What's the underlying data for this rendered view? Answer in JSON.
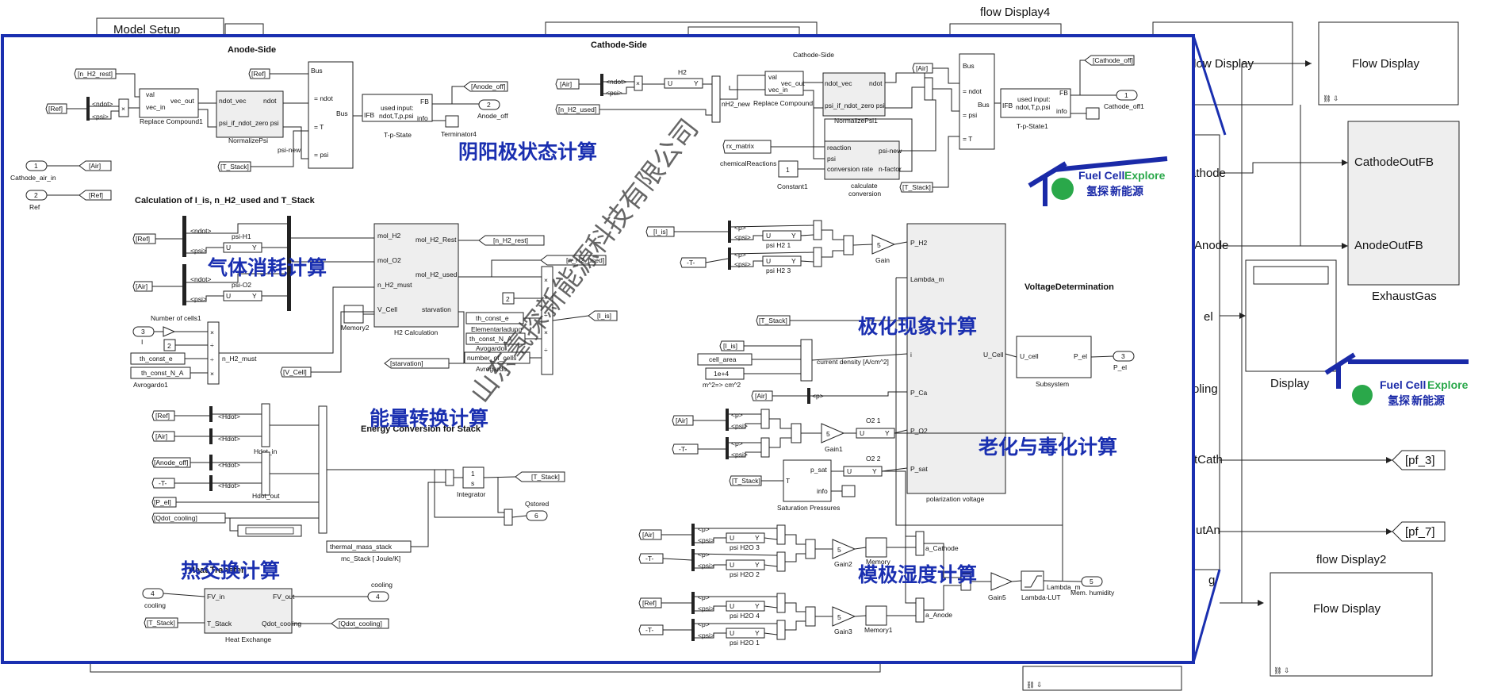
{
  "background": {
    "model_setup": "Model Setup",
    "flow_display4": "flow Display4",
    "flow_display_a": "Flow Display",
    "flow_display_b": "Flow Display",
    "flow_display2_title": "flow Display2",
    "flow_display2": "Flow Display",
    "cathode_out_fb": "CathodeOutFB",
    "anode_out_fb": "AnodeOutFB",
    "exhaust_gas": "ExhaustGas",
    "display": "Display",
    "pf3": "[pf_3]",
    "pf7": "[pf_7]",
    "port_cathode": "athode",
    "port_anode": "Anode",
    "port_el": "el",
    "port_cooling": "oling",
    "port_cath": "tCath",
    "port_outan": "utAn",
    "port_g": "g"
  },
  "logo": {
    "brand_en1": "Fuel Cell",
    "brand_en2": "Explore",
    "brand_cn1": "氢探",
    "brand_cn2": "新能源"
  },
  "watermark": "山东氢探新能源科技有限公司",
  "sections": {
    "anode_side": "Anode-Side",
    "cathode_side": "Cathode-Side",
    "cathode_side_small": "Cathode-Side",
    "calc_title": "Calculation of I_is, n_H2_used and T_Stack",
    "energy_title": "Energy Conversion for Stack",
    "voltage_title": "VoltageDetermination",
    "heat_transfer": "Heat Transfer"
  },
  "annotations": {
    "yinyang": "阴阳极状态计算",
    "gas": "气体消耗计算",
    "energy": "能量转换计算",
    "polar": "极化现象计算",
    "aging": "老化与毒化计算",
    "heat": "热交换计算",
    "membrane": "模极湿度计算"
  },
  "anode": {
    "n_h2_rest": "[n_H2_rest]",
    "ref": "[Ref]",
    "ref2": "[Ref]",
    "val": "val",
    "vec_in": "vec_in",
    "vec_out": "vec_out",
    "replace_compound1": "Replace Compound1",
    "ndot_vec": "ndot_vec",
    "ndot": "ndot",
    "psi_if": "psi_if_ndot_zero psi",
    "normalize_psi": "NormalizePsi",
    "bus": "Bus",
    "eq_ndot": "= ndot",
    "eq_t": "= T",
    "eq_psi": "= psi",
    "psi_new": "psi-new",
    "used_input": "used input:",
    "used_input2": "ndot,T,p,psi",
    "ifb": "IFB",
    "fb": "FB",
    "info": "info",
    "tp_state": "T-p-State",
    "terminator4": "Terminator4",
    "anode_off_tag": "[Anode_off]",
    "port2": "2",
    "anode_off": "Anode_off",
    "t_stack": "[T_Stack]",
    "ndot_lbl": "<ndot>",
    "psi_lbl": "<psi>"
  },
  "inputs": {
    "port1": "1",
    "cathode_air_in": "Cathode_air_in",
    "air": "[Air]",
    "port2": "2",
    "ref": "Ref",
    "ref_tag": "[Ref]"
  },
  "cathode": {
    "air": "[Air]",
    "n_h2_used": "[n_H2_used]",
    "ndot_lbl": "<ndot>",
    "psi_lbl": "<psi>",
    "h2": "H2",
    "u": "U",
    "y": "Y",
    "nh2_new": "nH2_new",
    "val": "val",
    "vec_in": "vec_in",
    "vec_out": "vec_out",
    "replace_compound": "Replace Compound",
    "ndot_vec": "ndot_vec",
    "ndot": "ndot",
    "psi_if": "psi_if_ndot_zero psi",
    "normalize_psi1": "NormalizePsi1",
    "air2": "[Air]",
    "bus": "Bus",
    "eq_ndot": "= ndot",
    "eq_psi": "= psi",
    "eq_t": "= T",
    "used_input": "used input:",
    "used_input2": "ndot,T,p,psi",
    "ifb": "IFB",
    "fb": "FB",
    "info": "info",
    "tp_state1": "T-p-State1",
    "cathode_off_tag": "[Cathode_off]",
    "port1": "1",
    "cathode_off1": "Cathode_off1",
    "rx_matrix": "rx_matrix",
    "chemical_reactions": "chemicalReactions",
    "reaction": "reaction",
    "psi": "psi",
    "conversion_rate": "conversion rate",
    "psi_new": "psi-new",
    "n_factor": "n-factor",
    "calc_conv": "calculate",
    "calc_conv2": "conversion",
    "const1_val": "1",
    "constant1": "Constant1",
    "t_stack": "[T_Stack]"
  },
  "calc": {
    "ref": "[Ref]",
    "ndot": "<ndot>",
    "psi": "<psi>",
    "psi_h1": "psi-H1",
    "air": "[Air]",
    "psi_o2": "psi-O2",
    "num_cells1": "Number of cells1",
    "port3": "3",
    "i": "I",
    "two": "2",
    "th_e": "th_const_e",
    "th_na": "th_const_N_A",
    "avrogardo1": "Avrogardo1",
    "n_h2_must": "n_H2_must",
    "memory2": "Memory2",
    "v_cell_tag": "[V_Cell]",
    "mol_h2": "mol_H2",
    "mol_o2": "mol_O2",
    "n_h2_must_in": "n_H2_must",
    "v_cell": "V_Cell",
    "mol_h2_rest": "mol_H2_Rest",
    "mol_h2_used": "mol_H2_used",
    "starvation": "starvation",
    "h2_calc": "H2 Calculation",
    "n_h2_rest_tag": "[n_H2_rest]",
    "n_h2_used_tag": "[n_H2_used]",
    "starvation_tag": "[starvation]",
    "two_b": "2",
    "elem_th_e": "th_const_e",
    "elementarladung": "Elementarladung",
    "avog_na": "th_const_N_A",
    "avogardo": "Avogardo",
    "num_cells": "number_of_cells",
    "avrogardo": "Avrogardo",
    "i_is_tag": "[I_is]"
  },
  "energy": {
    "ref": "[Ref]",
    "air": "[Air]",
    "hdot": "<Hdot>",
    "hdot_in": "Hdot_in",
    "anode_off": "[Anode_off]",
    "t": "-T-",
    "hdot_out": "Hdot_out",
    "p_el": "[P_el]",
    "qdot_cooling": "[Qdot_cooling]",
    "thermal_mass": "thermal_mass_stack",
    "mc_stack": "mc_Stack [ Joule/K]",
    "one": "1",
    "s": "s",
    "integrator": "Integrator",
    "t_stack_tag": "[T_Stack]",
    "qstored": "Qstored",
    "port6": "6"
  },
  "heat": {
    "port4": "4",
    "cooling": "cooling",
    "t_stack": "[T_Stack]",
    "fv_in": "FV_in",
    "t_stack_in": "T_Stack",
    "fv_out": "FV_out",
    "qdot_cooling": "Qdot_cooling",
    "heat_exchange": "Heat Exchange",
    "port4_out": "4",
    "cooling_out": "cooling",
    "qdot_tag": "[Qdot_cooling]"
  },
  "voltage": {
    "i_is": "[I_is]",
    "t": "-T-",
    "p": "<p>",
    "psi": "<psi>",
    "psi_h2_1": "psi H2 1",
    "psi_h2_3": "psi H2 3",
    "five": "5",
    "gain": "Gain",
    "t_stack": "[T_Stack]",
    "cell_area": "cell_area",
    "one_e4": "1e+4",
    "m2cm2": "m^2=> cm^2",
    "current_density": "current density [A/cm^2]",
    "air": "[Air]",
    "gain1": "Gain1",
    "o2_1": "O2   1",
    "o2_2": "O2   2",
    "p_sat": "p_sat",
    "t_in": "T",
    "info": "info",
    "sat_pressures": "Saturation Pressures",
    "p_h2": "P_H2",
    "lambda_m": "Lambda_m",
    "i": "i",
    "p_ca": "P_Ca",
    "p_o2": "P_O2",
    "p_sat2": "P_sat",
    "u_cell": "U_Cell",
    "polarization": "polarization voltage",
    "u_cell_in": "U_cell",
    "p_el": "P_el",
    "subsystem": "Subsystem",
    "port3": "3",
    "p_el_out": "P_el",
    "u": "U",
    "y": "Y"
  },
  "membrane": {
    "air": "[Air]",
    "t": "-T-",
    "ref": "[Ref]",
    "p": "<p>",
    "psi": "<psi>",
    "psi_h2o_3": "psi H2O 3",
    "psi_h2o_2": "psi H2O 2",
    "psi_h2o_4": "psi H2O 4",
    "psi_h2o_1": "psi H2O 1",
    "five": "5",
    "gain2": "Gain2",
    "gain3": "Gain3",
    "memory": "Memory",
    "memory1": "Memory1",
    "a_cathode": "a_Cathode",
    "a_anode": "a_Anode",
    "gain5": "Gain5",
    "lambda_lut": "Lambda-LUT",
    "lambda_m": "Lambda_m",
    "port5": "5",
    "mem_humidity": "Mem. humidity",
    "u": "U",
    "y": "Y"
  },
  "colors": {
    "frame": "#1a2fb0",
    "annotation": "#1a2fb0",
    "logo_blue": "#1a2aa8",
    "logo_green": "#2aa84a"
  }
}
